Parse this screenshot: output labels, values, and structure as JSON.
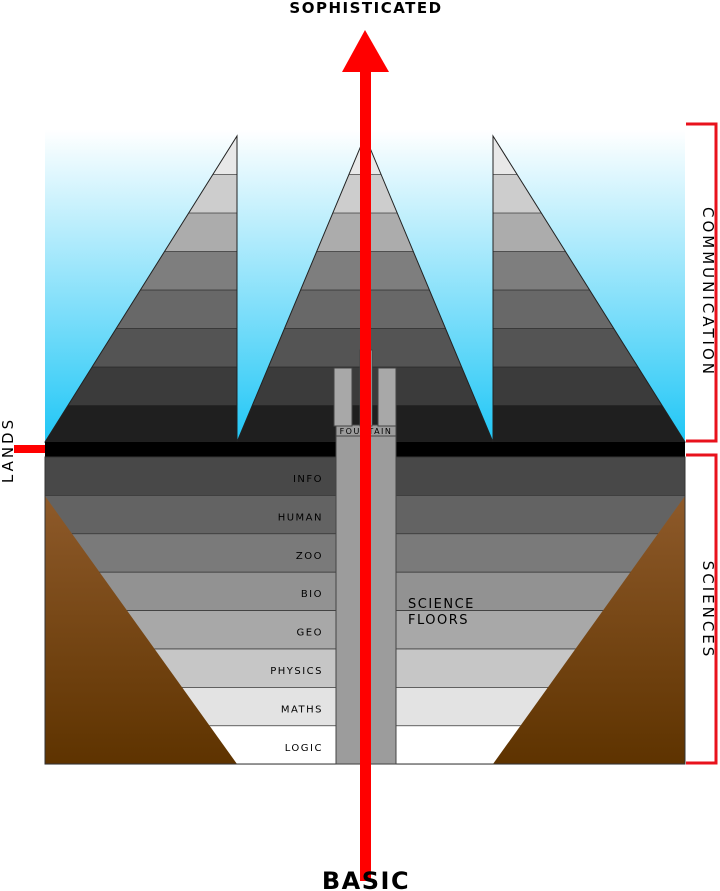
{
  "title_top": "SOPHISTICATED",
  "title_bottom": "BASIC",
  "side_left": "LANDS",
  "brackets": {
    "communication": "COMMUNICATION",
    "sciences": "SCIENCES"
  },
  "fountain_label": "FOUNTAIN",
  "science_floors_label": [
    "SCIENCE",
    "FLOORS"
  ],
  "floors": [
    "INFO",
    "HUMAN",
    "ZOO",
    "BIO",
    "GEO",
    "PHYSICS",
    "MATHS",
    "LOGIC"
  ],
  "colors": {
    "arrow": "#ff0000",
    "sky_top": "#ffffff",
    "sky_bottom": "#1ec6f6",
    "earth_top": "#8e5a2a",
    "earth_bottom": "#5e3300",
    "band": "#000000"
  }
}
